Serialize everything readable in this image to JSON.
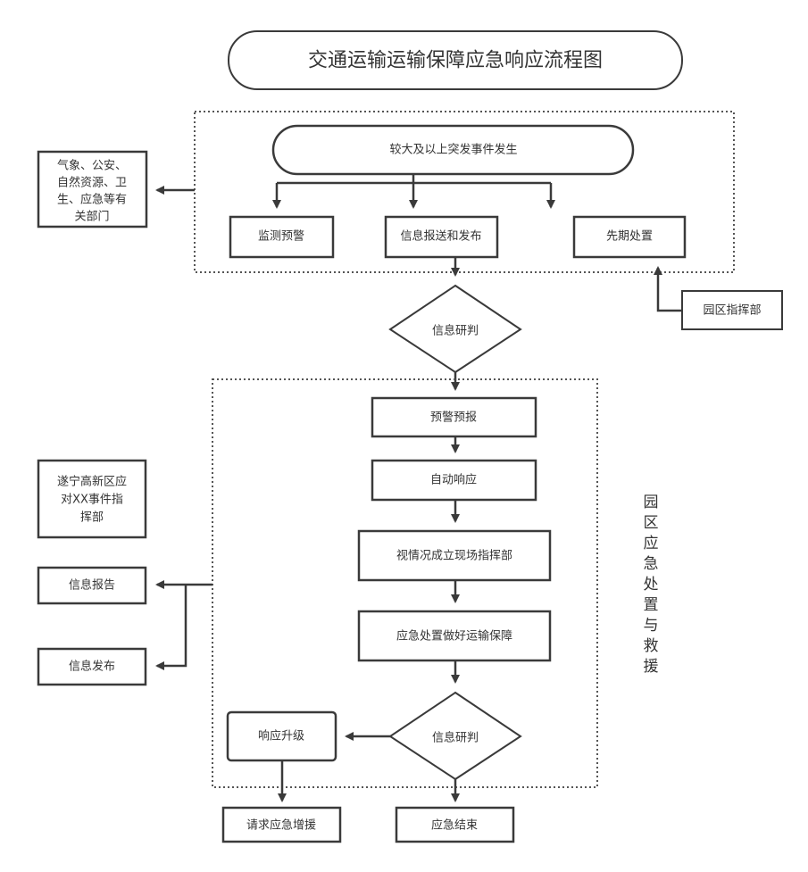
{
  "title": "交通运输运输保障应急响应流程图",
  "colors": {
    "stroke": "#3a3a3a",
    "text": "#333333",
    "background": "#ffffff"
  },
  "nodes": {
    "event": "较大及以上突发事件发生",
    "monitor": "监测预警",
    "report_publish": "信息报送和发布",
    "early_response": "先期处置",
    "departments": [
      "气象、公安、",
      "自然资源、卫",
      "生、应急等有",
      "关部门"
    ],
    "park_command": "园区指挥部",
    "judge1": "信息研判",
    "warning_forecast": "预警预报",
    "auto_response": "自动响应",
    "field_command": "视情况成立现场指挥部",
    "emergency_transport": "应急处置做好运输保障",
    "judge2": "信息研判",
    "upgrade": "响应升级",
    "request_support": "请求应急增援",
    "end": "应急结束",
    "hq": [
      "遂宁高新区应",
      "对XX事件指",
      "挥部"
    ],
    "info_report": "信息报告",
    "info_publish": "信息发布"
  },
  "group_label": [
    "园",
    "区",
    "应",
    "急",
    "处",
    "置",
    "与",
    "救",
    "援"
  ]
}
